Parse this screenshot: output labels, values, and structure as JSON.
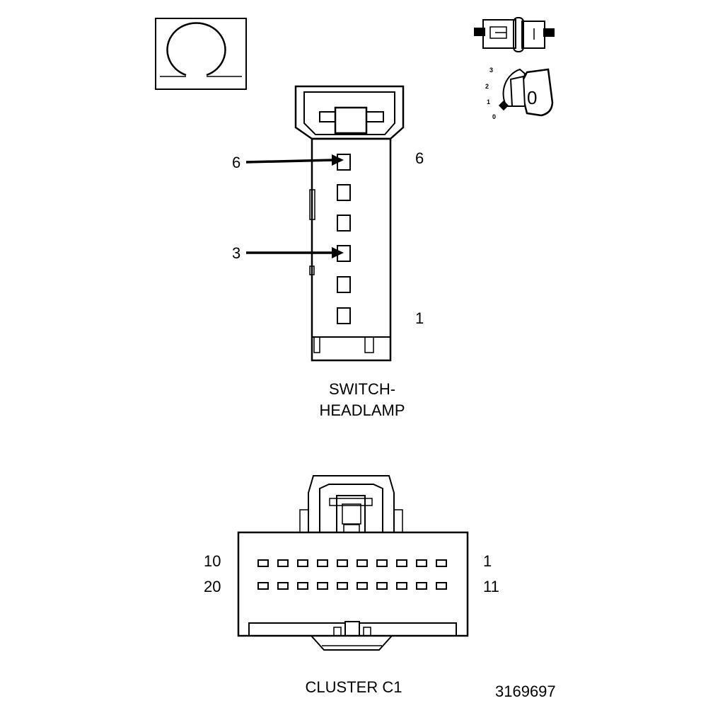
{
  "headlamp_switch": {
    "caption_line1": "SWITCH-",
    "caption_line2": "HEADLAMP",
    "pin_labels": {
      "top": "6",
      "bottom": "1"
    },
    "callouts": [
      "6",
      "3"
    ],
    "cavity_count": 6
  },
  "cluster_connector": {
    "caption": "CLUSTER C1",
    "pin_labels": {
      "top_left": "10",
      "top_right": "1",
      "bottom_left": "20",
      "bottom_right": "11"
    },
    "cavities_per_row": 10
  },
  "rotary_switch_icon": {
    "positions": [
      "3",
      "2",
      "1",
      "0"
    ],
    "key_label": "0"
  },
  "figure_number": "3169697"
}
